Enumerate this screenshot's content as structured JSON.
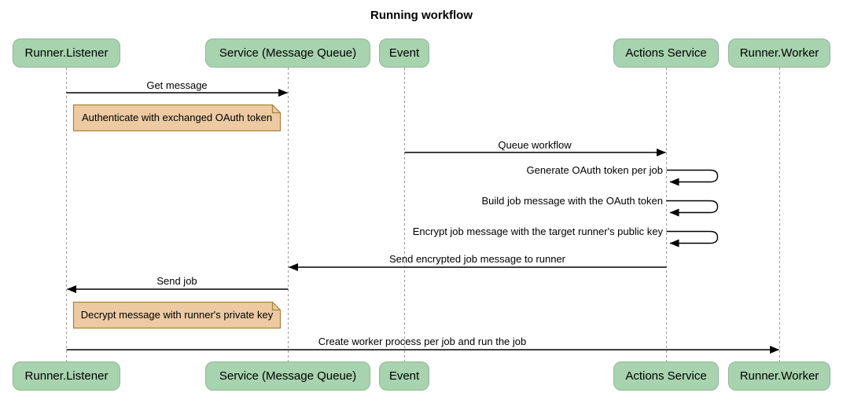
{
  "title": "Running workflow",
  "actors": {
    "listener": "Runner.Listener",
    "service": "Service (Message Queue)",
    "event": "Event",
    "actions": "Actions Service",
    "worker": "Runner.Worker"
  },
  "messages": {
    "get_message": "Get message",
    "queue_workflow": "Queue workflow",
    "generate_token": "Generate OAuth token per job",
    "build_message": "Build job message with the OAuth token",
    "encrypt_message": "Encrypt job message with the target runner's public key",
    "send_encrypted": "Send encrypted job message to runner",
    "send_job": "Send job",
    "create_worker": "Create worker process per job and run the job"
  },
  "notes": {
    "authenticate": "Authenticate with exchanged OAuth token",
    "decrypt": "Decrypt message with runner's private key"
  },
  "colors": {
    "actor_fill": "#a7d3ae",
    "actor_border": "#8fb799",
    "note_fill": "#edcaa2",
    "note_border": "#aa8239",
    "message_line": "#000000",
    "lifeline": "#999999",
    "background": "#ffffff",
    "text": "#000000"
  }
}
